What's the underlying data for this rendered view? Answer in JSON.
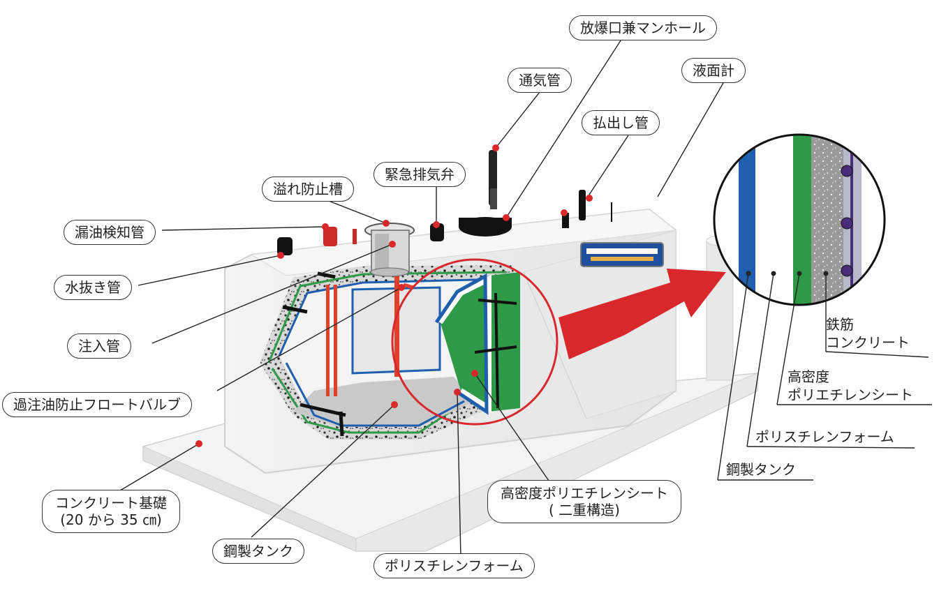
{
  "callouts": {
    "manhole": "放爆口兼マンホール",
    "vent": "通気管",
    "level_gauge": "液面計",
    "discharge": "払出し管",
    "emergency_valve": "緊急排気弁",
    "overflow_tank": "溢れ防止槽",
    "leak_detector": "漏油検知管",
    "drain": "水抜き管",
    "fill": "注入管",
    "overfill_valve": "過注油防止フロートバルブ",
    "foundation_line1": "コンクリート基礎",
    "foundation_line2": "(20 から 35 ㎝)",
    "steel_tank": "鋼製タンク",
    "foam": "ポリスチレンフォーム",
    "hdpe_line1": "高密度ポリエチレンシート",
    "hdpe_line2": "( 二重構造)"
  },
  "layer_labels": {
    "rebar_line1": "鉄筋",
    "rebar_line2": "コンクリート",
    "hdpe_line1": "高密度",
    "hdpe_line2": "ポリエチレンシート",
    "foam": "ポリスチレンフォーム",
    "steel": "鋼製タンク"
  },
  "colors": {
    "steel_blue": "#1f5fae",
    "hdpe_green": "#2e9a48",
    "marker_red": "#d8282c",
    "concrete_gray": "#9a9a9a",
    "rebar_purple": "#4a2d7a"
  }
}
